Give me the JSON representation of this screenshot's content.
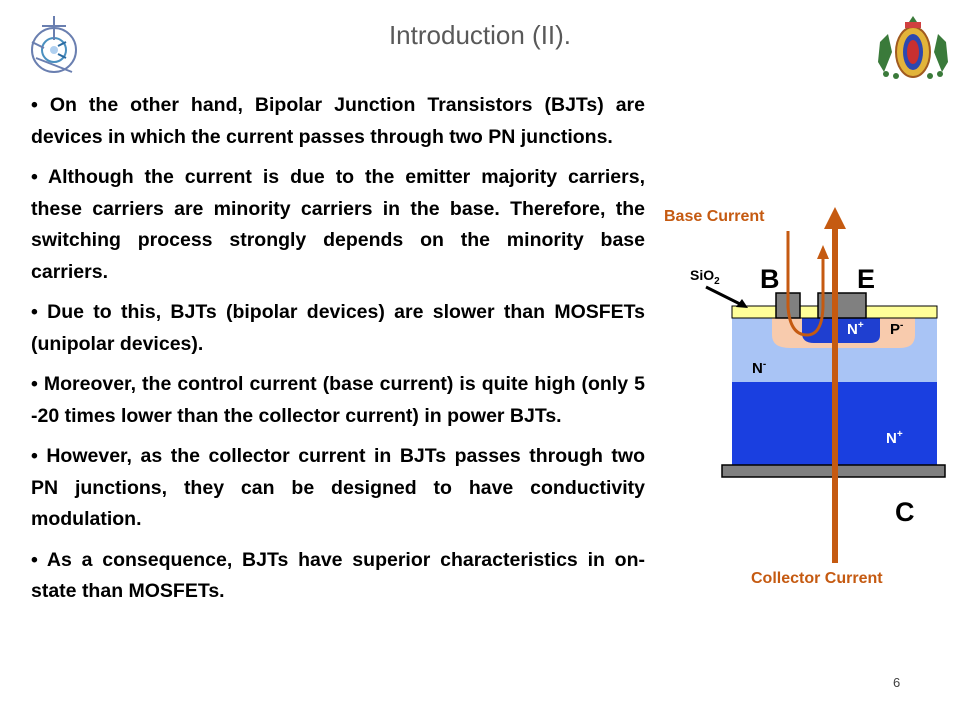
{
  "slide": {
    "title": "Introduction (II).",
    "page_number": "6"
  },
  "bullets": [
    "• On the other hand, Bipolar Junction Transistors (BJTs) are devices in which the current passes through two PN junctions.",
    "• Although the current is due to the emitter majority carriers, these carriers are minority carriers in the base. Therefore, the switching process strongly depends on the minority base carriers.",
    "• Due to this, BJTs (bipolar devices) are slower than MOSFETs (unipolar devices).",
    "• Moreover, the control current (base current) is quite high (only 5 -20 times lower than the collector current) in power BJTs.",
    "• However, as the collector current in BJTs passes through two PN junctions, they can be designed to have conductivity modulation.",
    "• As a consequence, BJTs have superior characteristics in on-state than MOSFETs."
  ],
  "diagram": {
    "base_current_label": "Base Current",
    "collector_current_label": "Collector Current",
    "oxide_label": "SiO",
    "oxide_sub": "2",
    "base_terminal": "B",
    "emitter_terminal": "E",
    "collector_terminal": "C",
    "emitter_region": "N",
    "emitter_sup": "+",
    "base_region": "P",
    "base_sup": "-",
    "drift_region": "N",
    "drift_sup": "-",
    "substrate_region": "N",
    "substrate_sup": "+",
    "colors": {
      "current_arrow": "#C55A11",
      "oxide": "#FFFF99",
      "metal": "#808080",
      "p_region": "#F8CBAD",
      "n_emitter": "#1F3FD0",
      "n_drift": "#A9C4F5",
      "n_substrate": "#1A3FE0"
    }
  }
}
